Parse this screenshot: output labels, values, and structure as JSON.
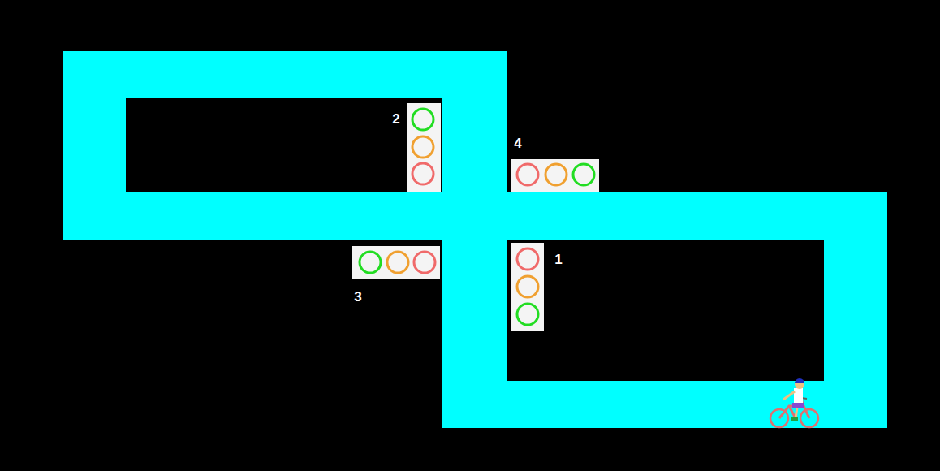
{
  "diagram": {
    "labels": [
      "2",
      "4",
      "1",
      "3"
    ]
  }
}
